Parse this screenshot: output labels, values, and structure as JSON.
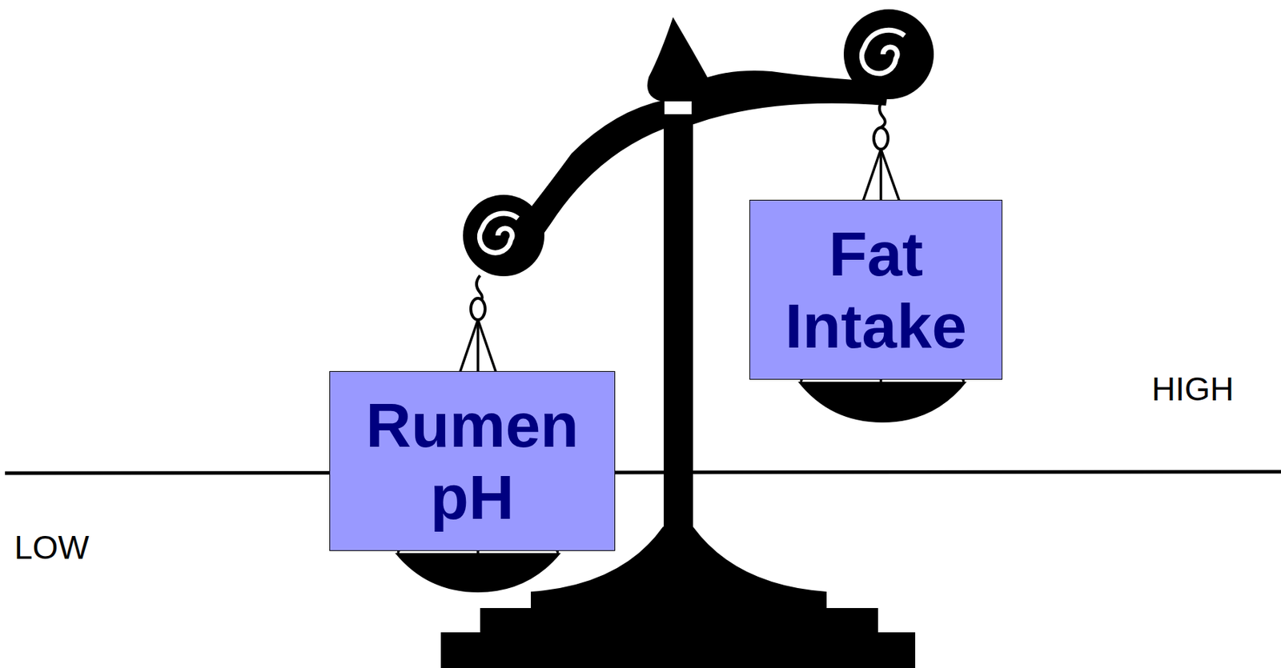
{
  "diagram": {
    "nodes": [
      {
        "text": [
          "Rumen pH"
        ]
      },
      {
        "text": [
          "Fat Intake"
        ]
      }
    ],
    "labels": [
      "HIGH",
      "LOW"
    ]
  }
}
